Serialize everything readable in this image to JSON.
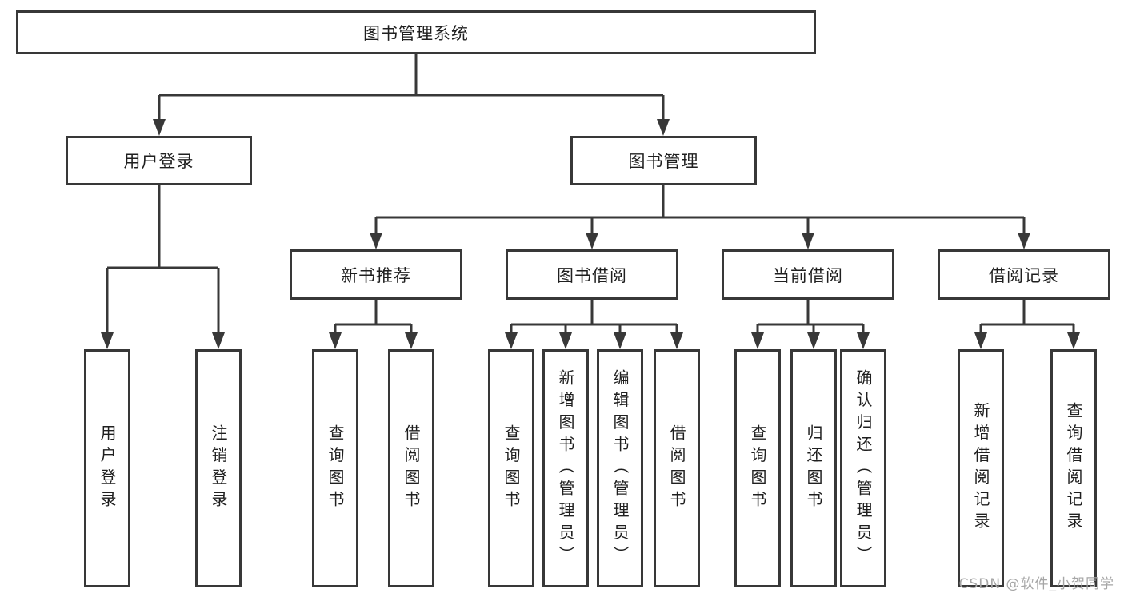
{
  "diagram": {
    "root": {
      "label": "图书管理系统"
    },
    "level2": [
      {
        "label": "用户登录"
      },
      {
        "label": "图书管理"
      }
    ],
    "level3": [
      {
        "label": "新书推荐"
      },
      {
        "label": "图书借阅"
      },
      {
        "label": "当前借阅"
      },
      {
        "label": "借阅记录"
      }
    ],
    "leaves": [
      {
        "label": "用户登录"
      },
      {
        "label": "注销登录"
      },
      {
        "label": "查询图书"
      },
      {
        "label": "借阅图书"
      },
      {
        "label": "查询图书"
      },
      {
        "label": "新增图书（管理员）"
      },
      {
        "label": "编辑图书（管理员）"
      },
      {
        "label": "借阅图书"
      },
      {
        "label": "查询图书"
      },
      {
        "label": "归还图书"
      },
      {
        "label": "确认归还（管理员）"
      },
      {
        "label": "新增借阅记录"
      },
      {
        "label": "查询借阅记录"
      }
    ],
    "line_color": "#383838"
  },
  "watermark": {
    "text": "CSDN @软件_小贺同学"
  }
}
